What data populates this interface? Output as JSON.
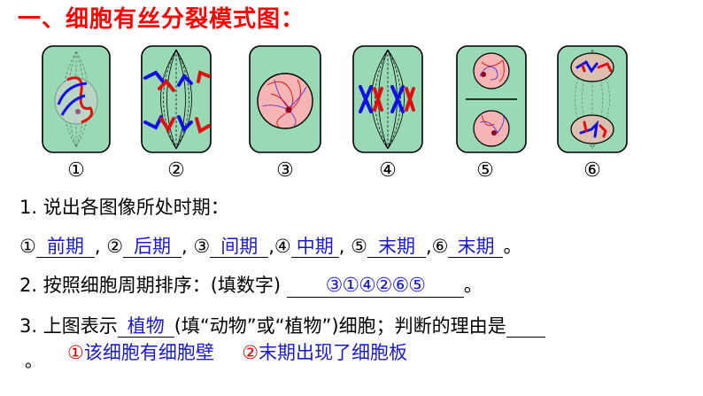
{
  "title": "一、细胞有丝分裂模式图：",
  "figures": [
    {
      "label": "①",
      "stage": "prophase"
    },
    {
      "label": "②",
      "stage": "anaphase"
    },
    {
      "label": "③",
      "stage": "interphase"
    },
    {
      "label": "④",
      "stage": "metaphase"
    },
    {
      "label": "⑤",
      "stage": "telophase-cell-plate"
    },
    {
      "label": "⑥",
      "stage": "telophase"
    }
  ],
  "colors": {
    "title": "#ff0000",
    "answer": "#1a1ac8",
    "cell_fill": "#99d9b5",
    "nucleus_fill": "#f5b5b5",
    "chromosome_blue": "#1010e0",
    "chromosome_red": "#e01010"
  },
  "q1": {
    "prompt": "1. 说出各图像所处时期：",
    "items": [
      {
        "num": "①",
        "answer": "前期",
        "sep": ","
      },
      {
        "num": "②",
        "answer": "后期",
        "sep": ","
      },
      {
        "num": "③",
        "answer": "间期",
        "sep": ","
      },
      {
        "num": "④",
        "answer": "中期",
        "sep": ","
      },
      {
        "num": "⑤",
        "answer": "末期",
        "sep": ","
      },
      {
        "num": "⑥",
        "answer": "末期",
        "sep": "。"
      }
    ]
  },
  "q2": {
    "prompt": "2. 按照细胞周期排序：(填数字)",
    "answer": "③①④②⑥⑤",
    "end": "。"
  },
  "q3": {
    "prefix": "3. 上图表示",
    "answer": "植物",
    "middle": "(填“动物”或“植物”)细胞；判断的理由是",
    "end": "。",
    "reasons": [
      {
        "num": "①",
        "text": "该细胞有细胞壁"
      },
      {
        "num": "②",
        "text": "末期出现了细胞板"
      }
    ]
  }
}
